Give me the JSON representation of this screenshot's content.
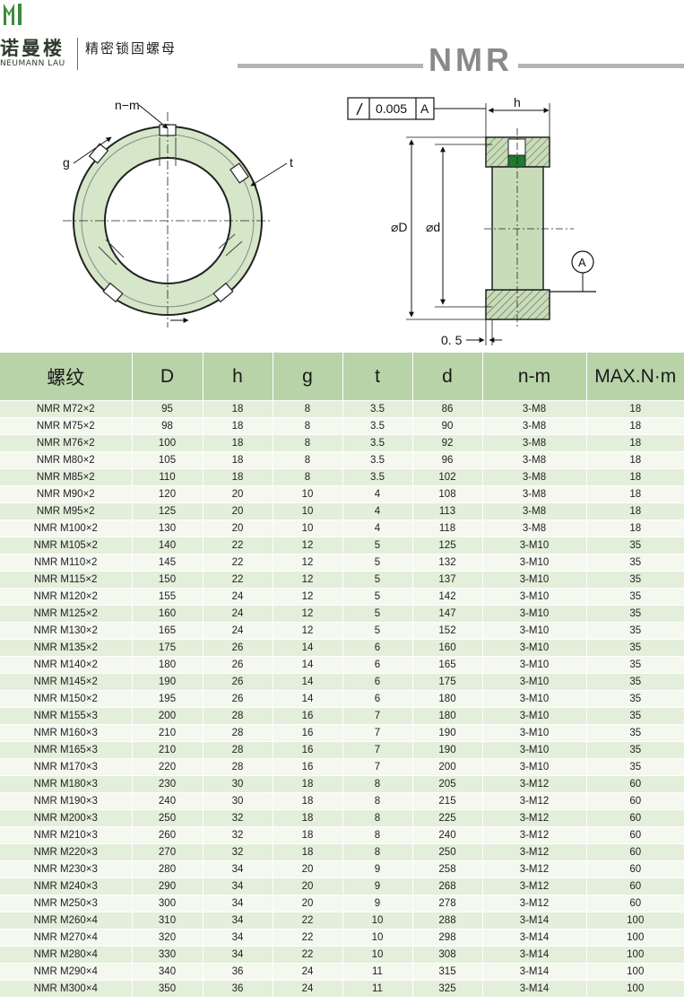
{
  "brand": {
    "name_cn": "诺曼楼",
    "name_en": "NEUMANN LAU",
    "product_cn": "精密锁固螺母"
  },
  "model": "NMR",
  "drawing": {
    "front_view": {
      "label_nm": "n−m",
      "label_g": "g",
      "label_t": "t"
    },
    "section_view": {
      "tolerance_value": "0.005",
      "datum": "A",
      "label_h": "h",
      "label_D": "⌀D",
      "label_d": "⌀d",
      "chamfer": "0. 5"
    }
  },
  "table": {
    "headers": [
      "螺纹",
      "D",
      "h",
      "g",
      "t",
      "d",
      "n-m",
      "MAX.N·m"
    ],
    "rows": [
      [
        "NMR M72×2",
        "95",
        "18",
        "8",
        "3.5",
        "86",
        "3-M8",
        "18"
      ],
      [
        "NMR M75×2",
        "98",
        "18",
        "8",
        "3.5",
        "90",
        "3-M8",
        "18"
      ],
      [
        "NMR M76×2",
        "100",
        "18",
        "8",
        "3.5",
        "92",
        "3-M8",
        "18"
      ],
      [
        "NMR M80×2",
        "105",
        "18",
        "8",
        "3.5",
        "96",
        "3-M8",
        "18"
      ],
      [
        "NMR M85×2",
        "110",
        "18",
        "8",
        "3.5",
        "102",
        "3-M8",
        "18"
      ],
      [
        "NMR M90×2",
        "120",
        "20",
        "10",
        "4",
        "108",
        "3-M8",
        "18"
      ],
      [
        "NMR M95×2",
        "125",
        "20",
        "10",
        "4",
        "113",
        "3-M8",
        "18"
      ],
      [
        "NMR M100×2",
        "130",
        "20",
        "10",
        "4",
        "118",
        "3-M8",
        "18"
      ],
      [
        "NMR M105×2",
        "140",
        "22",
        "12",
        "5",
        "125",
        "3-M10",
        "35"
      ],
      [
        "NMR M110×2",
        "145",
        "22",
        "12",
        "5",
        "132",
        "3-M10",
        "35"
      ],
      [
        "NMR M115×2",
        "150",
        "22",
        "12",
        "5",
        "137",
        "3-M10",
        "35"
      ],
      [
        "NMR M120×2",
        "155",
        "24",
        "12",
        "5",
        "142",
        "3-M10",
        "35"
      ],
      [
        "NMR M125×2",
        "160",
        "24",
        "12",
        "5",
        "147",
        "3-M10",
        "35"
      ],
      [
        "NMR M130×2",
        "165",
        "24",
        "12",
        "5",
        "152",
        "3-M10",
        "35"
      ],
      [
        "NMR M135×2",
        "175",
        "26",
        "14",
        "6",
        "160",
        "3-M10",
        "35"
      ],
      [
        "NMR M140×2",
        "180",
        "26",
        "14",
        "6",
        "165",
        "3-M10",
        "35"
      ],
      [
        "NMR M145×2",
        "190",
        "26",
        "14",
        "6",
        "175",
        "3-M10",
        "35"
      ],
      [
        "NMR M150×2",
        "195",
        "26",
        "14",
        "6",
        "180",
        "3-M10",
        "35"
      ],
      [
        "NMR M155×3",
        "200",
        "28",
        "16",
        "7",
        "180",
        "3-M10",
        "35"
      ],
      [
        "NMR M160×3",
        "210",
        "28",
        "16",
        "7",
        "190",
        "3-M10",
        "35"
      ],
      [
        "NMR M165×3",
        "210",
        "28",
        "16",
        "7",
        "190",
        "3-M10",
        "35"
      ],
      [
        "NMR M170×3",
        "220",
        "28",
        "16",
        "7",
        "200",
        "3-M10",
        "35"
      ],
      [
        "NMR M180×3",
        "230",
        "30",
        "18",
        "8",
        "205",
        "3-M12",
        "60"
      ],
      [
        "NMR M190×3",
        "240",
        "30",
        "18",
        "8",
        "215",
        "3-M12",
        "60"
      ],
      [
        "NMR M200×3",
        "250",
        "32",
        "18",
        "8",
        "225",
        "3-M12",
        "60"
      ],
      [
        "NMR M210×3",
        "260",
        "32",
        "18",
        "8",
        "240",
        "3-M12",
        "60"
      ],
      [
        "NMR M220×3",
        "270",
        "32",
        "18",
        "8",
        "250",
        "3-M12",
        "60"
      ],
      [
        "NMR M230×3",
        "280",
        "34",
        "20",
        "9",
        "258",
        "3-M12",
        "60"
      ],
      [
        "NMR M240×3",
        "290",
        "34",
        "20",
        "9",
        "268",
        "3-M12",
        "60"
      ],
      [
        "NMR M250×3",
        "300",
        "34",
        "20",
        "9",
        "278",
        "3-M12",
        "60"
      ],
      [
        "NMR M260×4",
        "310",
        "34",
        "22",
        "10",
        "288",
        "3-M14",
        "100"
      ],
      [
        "NMR M270×4",
        "320",
        "34",
        "22",
        "10",
        "298",
        "3-M14",
        "100"
      ],
      [
        "NMR M280×4",
        "330",
        "34",
        "22",
        "10",
        "308",
        "3-M14",
        "100"
      ],
      [
        "NMR M290×4",
        "340",
        "36",
        "24",
        "11",
        "315",
        "3-M14",
        "100"
      ],
      [
        "NMR M300×4",
        "350",
        "36",
        "24",
        "11",
        "325",
        "3-M14",
        "100"
      ]
    ]
  },
  "colors": {
    "header_bg": "#b8d3a8",
    "row_odd": "#e3eedb",
    "row_even": "#f4f8ef",
    "logo_green": "#3c8a3c",
    "ring_fill": "#d6e6c8",
    "insert_green": "#1f7a2e"
  },
  "icons": [
    "logo-mark-icon",
    "tolerance-arrow-icon",
    "datum-a-icon"
  ]
}
